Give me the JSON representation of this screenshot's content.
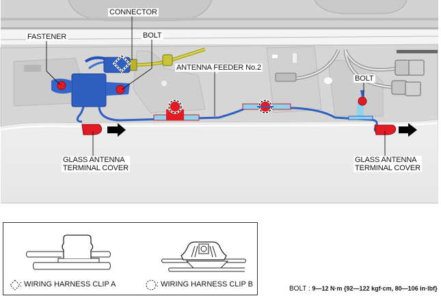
{
  "callouts": {
    "connector": "CONNECTOR",
    "fastener": "FASTENER",
    "bolt_left": "BOLT",
    "antenna_feeder": "ANTENNA FEEDER No.2",
    "bolt_right": "BOLT",
    "cover_left": "GLASS ANTENNA\nTERMINAL COVER",
    "cover_right": "GLASS ANTENNA\nTERMINAL COVER"
  },
  "legend": {
    "clip_a_label": ": WIRING HARNESS CLIP A",
    "clip_b_label": ": WIRING HARNESS CLIP B",
    "clip_a_symbol": "dashed-diamond-icon",
    "clip_b_symbol": "dashed-circle-icon"
  },
  "torque_spec": {
    "label": "BOLT : ",
    "value": "9—12 N·m {92—122 kgf·cm, 80—106 in·lbf}"
  },
  "colors": {
    "harness_blue": "#2f5fc0",
    "part_red": "#e01b24",
    "clip_cyan": "#8fd3ef",
    "yellow_harness": "#c8c23a",
    "panel_gray": "#d9d9d9",
    "arrow_black": "#000000"
  }
}
